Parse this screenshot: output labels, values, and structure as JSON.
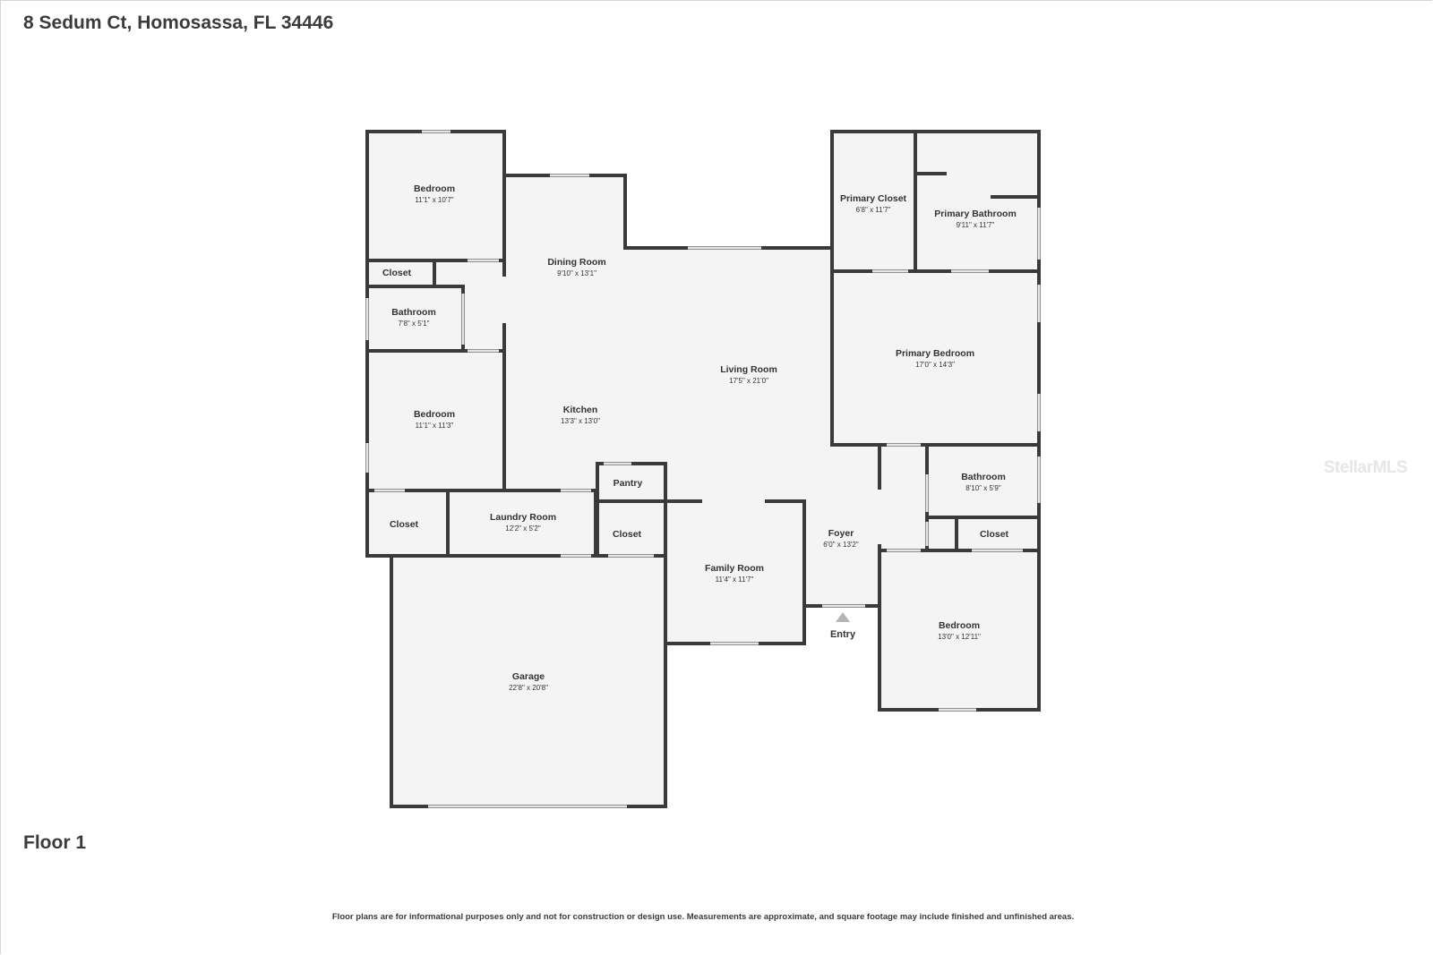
{
  "address": "8 Sedum Ct, Homosassa, FL 34446",
  "floor_label": "Floor 1",
  "disclaimer": "Floor plans are for informational purposes only and not for construction or design use. Measurements are approximate, and square footage may include finished and unfinished areas.",
  "watermark": "StellarMLS",
  "entry_label": "Entry",
  "rooms": [
    {
      "id": "bedroom-1",
      "name": "Bedroom",
      "dims": "11'1\" x 10'7\""
    },
    {
      "id": "dining-room",
      "name": "Dining Room",
      "dims": "9'10\" x 13'1\""
    },
    {
      "id": "closet-1",
      "name": "Closet",
      "dims": ""
    },
    {
      "id": "bathroom-1",
      "name": "Bathroom",
      "dims": "7'8\" x 5'1\""
    },
    {
      "id": "bedroom-2",
      "name": "Bedroom",
      "dims": "11'1\" x 11'3\""
    },
    {
      "id": "kitchen",
      "name": "Kitchen",
      "dims": "13'3\" x 13'0\""
    },
    {
      "id": "living-room",
      "name": "Living Room",
      "dims": "17'5\" x 21'0\""
    },
    {
      "id": "primary-closet",
      "name": "Primary Closet",
      "dims": "6'8\" x 11'7\""
    },
    {
      "id": "primary-bathroom",
      "name": "Primary Bathroom",
      "dims": "9'11\" x 11'7\""
    },
    {
      "id": "primary-bedroom",
      "name": "Primary Bedroom",
      "dims": "17'0\" x 14'3\""
    },
    {
      "id": "bathroom-2",
      "name": "Bathroom",
      "dims": "8'10\" x 5'9\""
    },
    {
      "id": "pantry",
      "name": "Pantry",
      "dims": ""
    },
    {
      "id": "closet-2",
      "name": "Closet",
      "dims": ""
    },
    {
      "id": "laundry-room",
      "name": "Laundry Room",
      "dims": "12'2\" x 5'2\""
    },
    {
      "id": "closet-3",
      "name": "Closet",
      "dims": ""
    },
    {
      "id": "foyer",
      "name": "Foyer",
      "dims": "6'0\" x 13'2\""
    },
    {
      "id": "closet-4",
      "name": "Closet",
      "dims": ""
    },
    {
      "id": "family-room",
      "name": "Family Room",
      "dims": "11'4\" x 11'7\""
    },
    {
      "id": "bedroom-3",
      "name": "Bedroom",
      "dims": "13'0\" x 12'11\""
    },
    {
      "id": "garage",
      "name": "Garage",
      "dims": "22'8\" x 20'8\""
    }
  ],
  "colors": {
    "wall": "#3a3a3a",
    "floor": "#f4f4f4",
    "opening": "#e6e6e6",
    "text": "#333333"
  }
}
